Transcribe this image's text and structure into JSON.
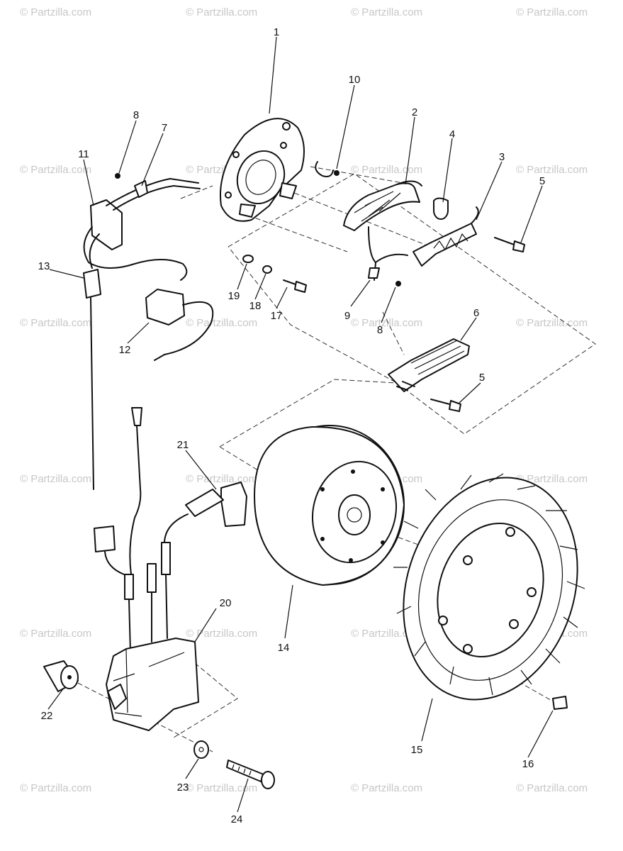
{
  "watermark": "© Partzilla.com",
  "callouts": [
    "1",
    "2",
    "3",
    "4",
    "5",
    "5",
    "6",
    "7",
    "8",
    "8",
    "9",
    "10",
    "11",
    "12",
    "13",
    "14",
    "15",
    "16",
    "17",
    "18",
    "19",
    "20",
    "21",
    "22",
    "23",
    "24"
  ]
}
